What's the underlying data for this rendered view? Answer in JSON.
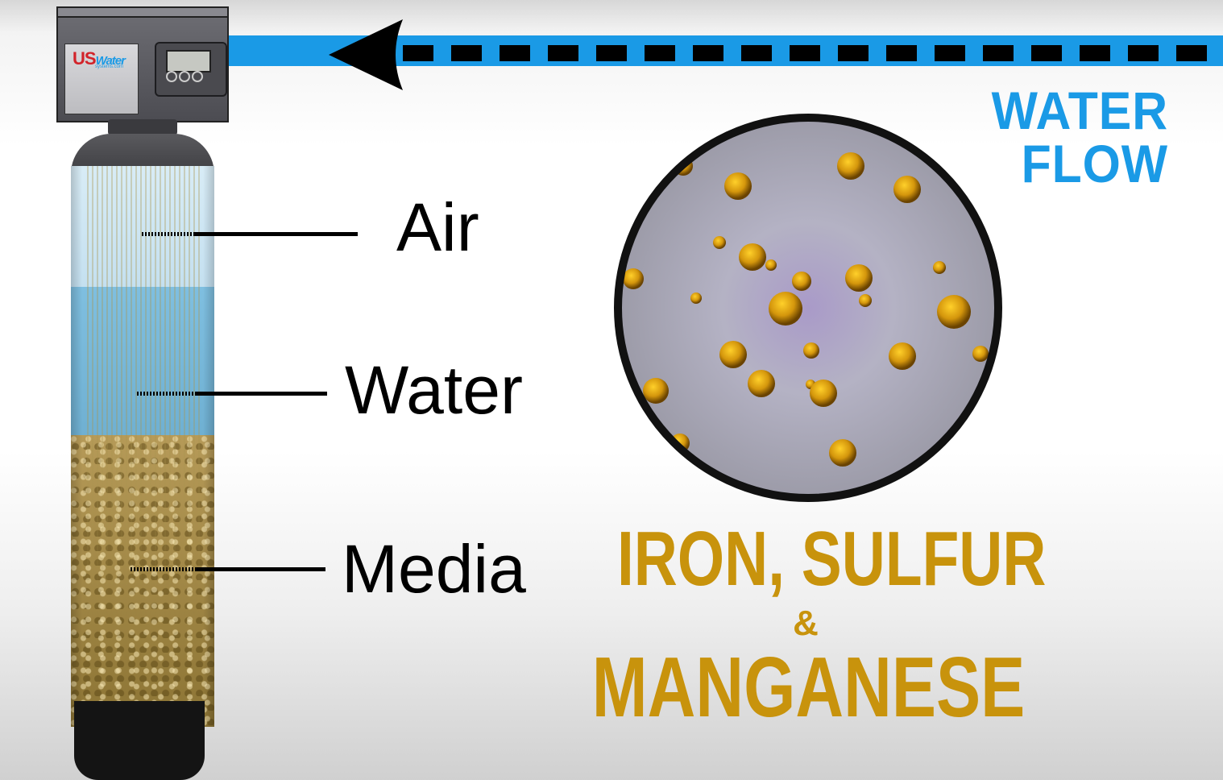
{
  "flow": {
    "label": "WATER FLOW",
    "pipe_color": "#1a9ae6"
  },
  "valve": {
    "brand_main": "US",
    "brand_water": "Water",
    "brand_sub": "systems.com"
  },
  "layers": [
    {
      "label": "Air"
    },
    {
      "label": "Water"
    },
    {
      "label": "Media"
    }
  ],
  "contaminants": {
    "line1": "IRON, SULFUR",
    "ampersand": "&",
    "line2": "MANGANESE",
    "color": "#c8930c"
  },
  "particle_circle": {
    "fill": "#b4b2c4",
    "particle_color": "#d4960c"
  }
}
